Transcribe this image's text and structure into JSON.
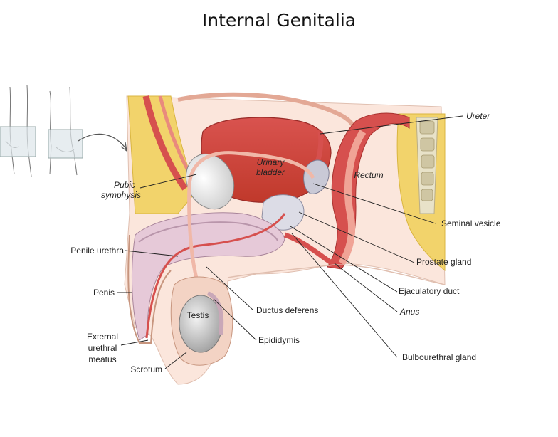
{
  "title": "Internal Genitalia",
  "labels": {
    "ureter": "Ureter",
    "urinary_bladder_1": "Urinary",
    "urinary_bladder_2": "bladder",
    "rectum": "Rectum",
    "pubic_symphysis_1": "Pubic",
    "pubic_symphysis_2": "symphysis",
    "seminal_vesicle": "Seminal vesicle",
    "penile_urethra": "Penile urethra",
    "prostate_gland": "Prostate gland",
    "ejaculatory_duct": "Ejaculatory duct",
    "penis": "Penis",
    "ductus_deferens": "Ductus deferens",
    "testis": "Testis",
    "anus": "Anus",
    "epididymis": "Epididymis",
    "external_urethral_meatus_1": "External",
    "external_urethral_meatus_2": "urethral",
    "external_urethral_meatus_3": "meatus",
    "bulbourethral_gland": "Bulbourethral gland",
    "scrotum": "Scrotum"
  }
}
